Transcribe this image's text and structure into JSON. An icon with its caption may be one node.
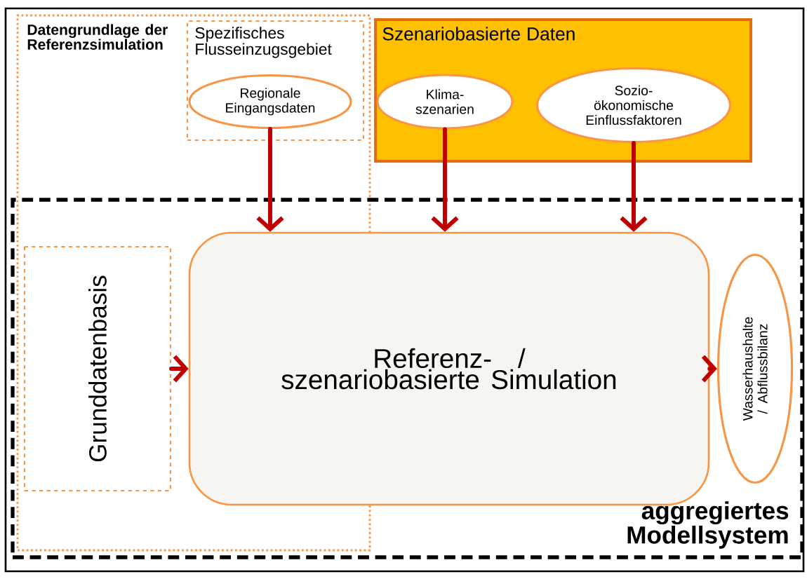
{
  "diagram": {
    "nodes": [
      {
        "text": [
          "Datengrundlage der Referenzsimulation"
        ]
      },
      {
        "text": [
          "Spezifisches Flusseinzugsgebiet"
        ],
        "in": 0
      },
      {
        "text": [
          "Regionale Eingangsdaten"
        ],
        "in": 1
      },
      {
        "text": [
          "Szenariobasierte Daten"
        ]
      },
      {
        "text": [
          "Klima- szenarien"
        ],
        "in": 3
      },
      {
        "text": [
          "Sozio- ökonomische Einflussfaktoren"
        ],
        "in": 3
      },
      {
        "text": [
          "aggregiertes Modellsystem"
        ]
      },
      {
        "text": [
          "Grunddatenbasis"
        ]
      },
      {
        "text": [
          "Referenz- / szenariobasierte Simulation"
        ],
        "in": 6
      },
      {
        "text": [
          "Wasserhaushalte / Abflussbilanz"
        ],
        "in": 6
      }
    ],
    "edges": [
      {
        "from": 2,
        "to": 8,
        "arrow": "to"
      },
      {
        "from": 4,
        "to": 8,
        "arrow": "to"
      },
      {
        "from": 5,
        "to": 8,
        "arrow": "to"
      },
      {
        "from": 7,
        "to": 8,
        "arrow": "to"
      },
      {
        "from": 8,
        "to": 9,
        "arrow": "to"
      }
    ]
  }
}
